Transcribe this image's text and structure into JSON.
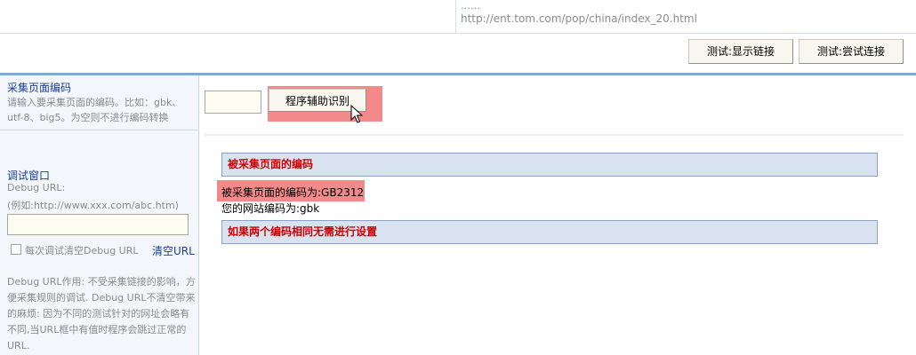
{
  "top": {
    "ellipsis": "……",
    "url": "http://ent.tom.com/pop/china/index_20.html"
  },
  "toolbar": {
    "show_links_label": "测试:显示链接",
    "try_connect_label": "测试:尝试连接"
  },
  "encoding_section": {
    "title": "采集页面编码",
    "description": "请输入要采集页面的编码。比如：gbk、utf-8、big5。为空则不进行编码转换",
    "input_value": "",
    "assist_button_label": "程序辅助识别"
  },
  "debug_section": {
    "title": "调试窗口",
    "url_label": "Debug URL:",
    "url_example": "(例如:http://www.xxx.com/abc.htm)",
    "url_value": "",
    "clear_each_label": "每次调试清空Debug URL",
    "clear_link_label": "清空URL",
    "note": "Debug URL作用: 不受采集链接的影响，方便采集规则的调试. Debug URL不清空带来的麻烦: 因为不同的测试针对的网址会略有不同,当URL框中有值时程序会跳过正常的URL."
  },
  "result": {
    "panel1_title": "被采集页面的编码",
    "target_encoding_text": "被采集页面的编码为:GB2312",
    "site_encoding_text": "您的网站编码为:gbk",
    "panel2_title": "如果两个编码相同无需进行设置"
  },
  "colors": {
    "accent_blue": "#80aad4",
    "highlight": "#f28a8a",
    "panel_bg": "#d9e2ef",
    "panel_text": "#cc0000",
    "section_title": "#1a3f8f"
  }
}
